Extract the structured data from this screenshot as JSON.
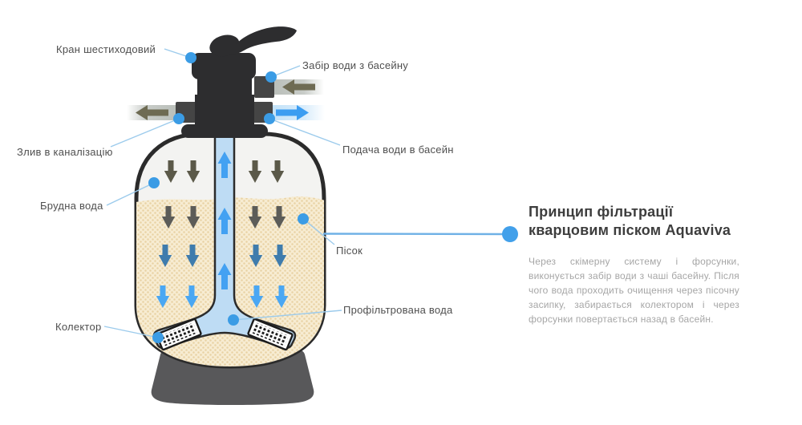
{
  "labels": {
    "valve": "Кран шестиходовий",
    "intake": "Забір води з басейну",
    "drain": "Злив в каналізацію",
    "supply": "Подача води в басейн",
    "dirty_water": "Брудна вода",
    "sand": "Пісок",
    "filtered": "Профільтрована вода",
    "collector": "Колектор"
  },
  "info": {
    "title_line1": "Принцип фільтрації",
    "title_line2": "кварцовим піском Aquaviva",
    "body": "Через скімерну систему і форсунки, виконується забір води з чаші басейну. Після чого вода проходить очищення через пісочну засипку, забирається колектором і через форсунки повертається назад в басейн."
  },
  "colors": {
    "callout_dot": "#3b9ce5",
    "callout_line": "#9ccbec",
    "valve_dark": "#2d2d2f",
    "connector_grey": "#454545",
    "tank_fill": "#f3f3f1",
    "sand": "#f7ecd2",
    "sand_dot": "#e9d2a4",
    "tube_water": "#bedcf4",
    "arrow_bright_blue": "#4aa7f3",
    "arrow_steel_blue": "#3f7cad",
    "arrow_grey": "#5c5c58",
    "arrow_olive": "#6e6b53",
    "pipe_grey": "#c2c6c2",
    "pipe_blue": "#cfe8fa",
    "stand_grey": "#58585a",
    "label_text": "#4f4f4f",
    "title_text": "#3d3d3d",
    "body_text": "#a6a6a6"
  }
}
